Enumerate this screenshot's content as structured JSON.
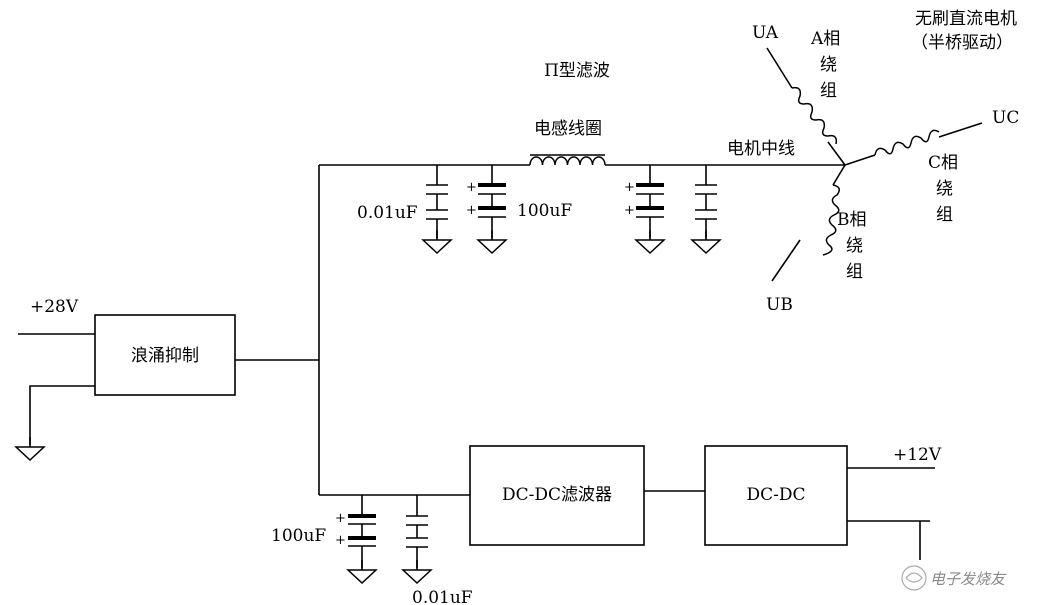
{
  "labels": {
    "supply_in": "+28V",
    "surge_block": "浪涌抑制",
    "pi_filter_title": "Π型滤波",
    "inductor": "电感线圈",
    "neutral": "电机中线",
    "motor_title": "无刷直流电机",
    "motor_subtitle": "（半桥驱动）",
    "cap_small_top": "0.01uF",
    "cap_big_top": "100uF",
    "cap_big_bottom": "100uF",
    "cap_small_bottom": "0.01uF",
    "dc_filter_block": "DC-DC滤波器",
    "dc_block": "DC-DC",
    "supply_out": "+12V",
    "ua": "UA",
    "ub": "UB",
    "uc": "UC",
    "a_phase": [
      "A相",
      "绕",
      "组"
    ],
    "b_phase": [
      "B相",
      "绕",
      "组"
    ],
    "c_phase": [
      "C相",
      "绕",
      "组"
    ],
    "plus": "+",
    "watermark": "电子发烧友"
  }
}
